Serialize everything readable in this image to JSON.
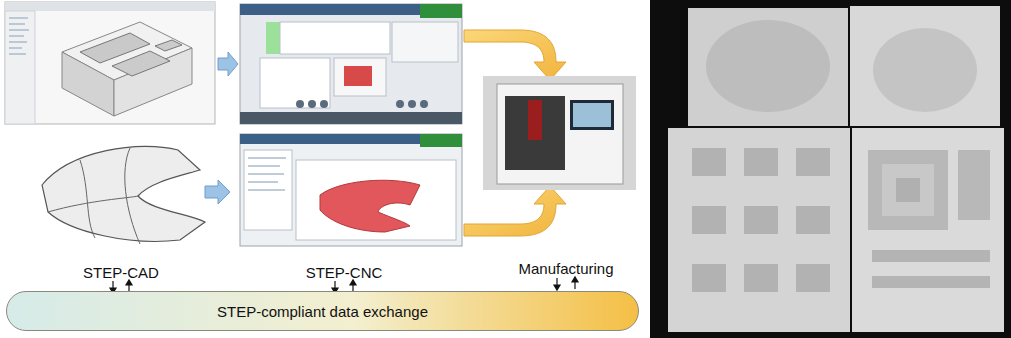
{
  "diagram": {
    "nodes": [
      {
        "text": [
          "STEP-compliant data exchange"
        ]
      }
    ],
    "labels": [
      "STEP-CAD",
      "STEP-CNC",
      "Manufacturing"
    ]
  }
}
